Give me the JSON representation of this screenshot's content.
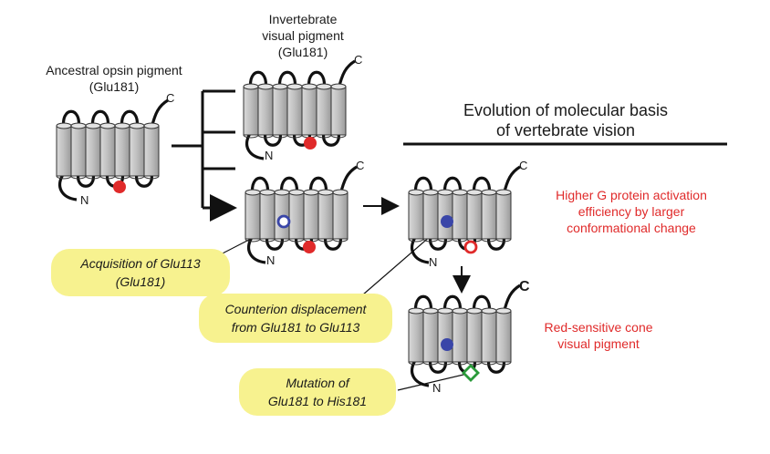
{
  "ancestral": {
    "line1": "Ancestral opsin pigment",
    "line2": "(Glu181)"
  },
  "invertebrate": {
    "line1": "Invertebrate",
    "line2": "visual pigment",
    "line3": "(Glu181)"
  },
  "heading": {
    "line1": "Evolution of molecular basis",
    "line2": "of vertebrate vision"
  },
  "annotations": {
    "activation": {
      "line1": "Higher G protein activation",
      "line2": "efficiency by larger",
      "line3": "conformational change"
    },
    "red_sensitive": {
      "line1": "Red-sensitive cone",
      "line2": "visual pigment"
    }
  },
  "callouts": {
    "acquisition": {
      "line1": "Acquisition of Glu113",
      "line2": "(Glu181)"
    },
    "displacement": {
      "line1": "Counterion displacement",
      "line2": "from Glu181 to Glu113"
    },
    "mutation": {
      "line1": "Mutation of",
      "line2": "Glu181 to His181"
    }
  },
  "termini": {
    "c": "C",
    "n": "N"
  },
  "colors": {
    "annotation_red": "#e02a2a",
    "callout_fill": "#f7f28f",
    "helix_fill": "#c8c8c8",
    "dot_blue": "#3a46a8",
    "dot_red": "#e02a2a",
    "diamond_green": "#2a9a3a"
  }
}
